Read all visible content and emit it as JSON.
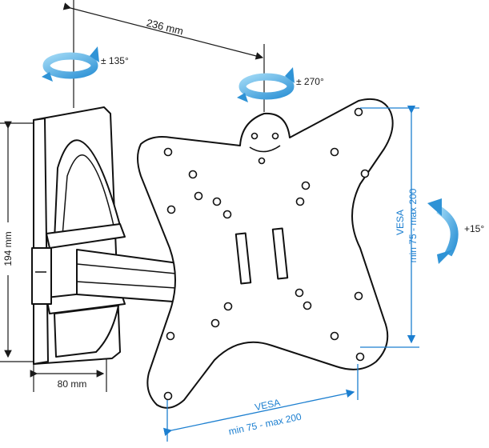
{
  "dimensions": {
    "arm_reach": "236 mm",
    "bracket_height": "194 mm",
    "bracket_width": "80 mm"
  },
  "rotations": {
    "wall_swivel": "± 135°",
    "plate_rotation": "± 270°",
    "tilt": "+15°"
  },
  "vesa_vertical": {
    "title": "VESA",
    "range": "min 75 - max 200"
  },
  "vesa_horizontal": {
    "title": "VESA",
    "range": "min 75 - max 200"
  },
  "colors": {
    "rotation_arrow": "#5bb7e8",
    "vesa_dimension": "#1c7fd0",
    "outline": "#111111"
  }
}
